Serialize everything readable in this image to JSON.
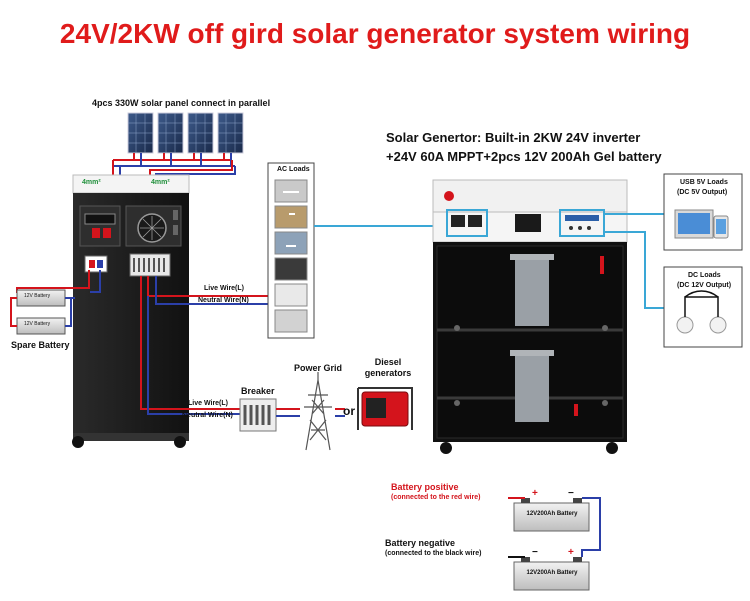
{
  "title": "24V/2KW off gird solar generator system wiring",
  "panel_caption": "4pcs 330W solar panel connect in parallel",
  "cable_left": "4mm²",
  "cable_right": "4mm²",
  "spare_battery": {
    "label": "Spare Battery",
    "battery_text_1": "12V Battery",
    "battery_text_2": "12V Battery"
  },
  "ac_loads_label": "AC Loads",
  "live_wire_1": "Live Wire(L)",
  "neutral_wire_1": "Neutral Wire(N)",
  "live_wire_2": "Live Wire(L)",
  "neutral_wire_2": "Neutral Wire(N)",
  "breaker_label": "Breaker",
  "power_grid_label": "Power Grid",
  "or_label": "or",
  "diesel_label": "Diesel generators",
  "generator_desc_line1": "Solar Genertor: Built-in 2KW 24V inverter",
  "generator_desc_line2": "+24V 60A MPPT+2pcs 12V 200Ah Gel battery",
  "usb_loads": {
    "title": "USB 5V Loads",
    "subtitle": "(DC 5V Output)"
  },
  "dc_loads": {
    "title": "DC Loads",
    "subtitle": "(DC 12V Output)"
  },
  "battery_positive": {
    "line1": "Battery positive",
    "line2": "(connected to the red wire)"
  },
  "battery_negative": {
    "line1": "Battery negative",
    "line2": "(connected to the black wire)"
  },
  "battery_label_top": "12V200Ah Battery",
  "battery_label_bottom": "12V200Ah Battery",
  "colors": {
    "title_red": "#e01b1b",
    "wire_red": "#d4141c",
    "wire_blue": "#2b3fa8",
    "link_cyan": "#3aa7d6",
    "cabinet_black": "#1c1c1c"
  }
}
